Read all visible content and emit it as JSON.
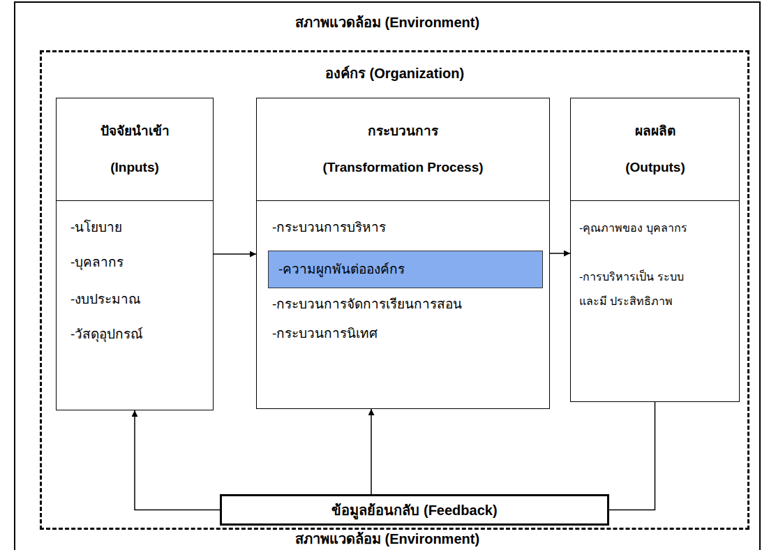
{
  "diagram": {
    "nodes": [
      {
        "text": [
          "สภาพแวดล้อม (Environment)",
          "สภาพแวดล้อม (Environment)"
        ]
      },
      {
        "text": [
          "องค์กร (Organization)"
        ],
        "in": 0
      },
      {
        "text": [
          "ปัจจัยนำเข้า (Inputs)",
          "-นโยบาย",
          "-บุคลากร",
          "-งบประมาณ",
          "-วัสดุอุปกรณ์"
        ],
        "in": 1
      },
      {
        "text": [
          "กระบวนการ (Transformation Process)",
          "-กระบวนการบริหาร",
          "-กระบวนการจัดการเรียนการสอน",
          "-กระบวนการนิเทศ"
        ],
        "in": 1
      },
      {
        "text": [
          "-ความผูกพันต่อองค์กร"
        ],
        "in": 3
      },
      {
        "text": [
          "ผลผลิต (Outputs)",
          "-คุณภาพของ บุคลากร",
          "-การบริหารเป็น ระบบและมี ประสิทธิภาพ"
        ],
        "in": 1
      },
      {
        "text": [
          "ข้อมูลย้อนกลับ (Feedback)"
        ],
        "in": 1
      }
    ],
    "edges": [
      {
        "from": 2,
        "to": 3,
        "arrow": "to"
      },
      {
        "from": 3,
        "to": 5,
        "arrow": "to"
      },
      {
        "from": 5,
        "to": 6,
        "arrow": "none"
      },
      {
        "from": 6,
        "to": 2,
        "arrow": "to"
      },
      {
        "from": 6,
        "to": 3,
        "arrow": "to"
      }
    ]
  }
}
